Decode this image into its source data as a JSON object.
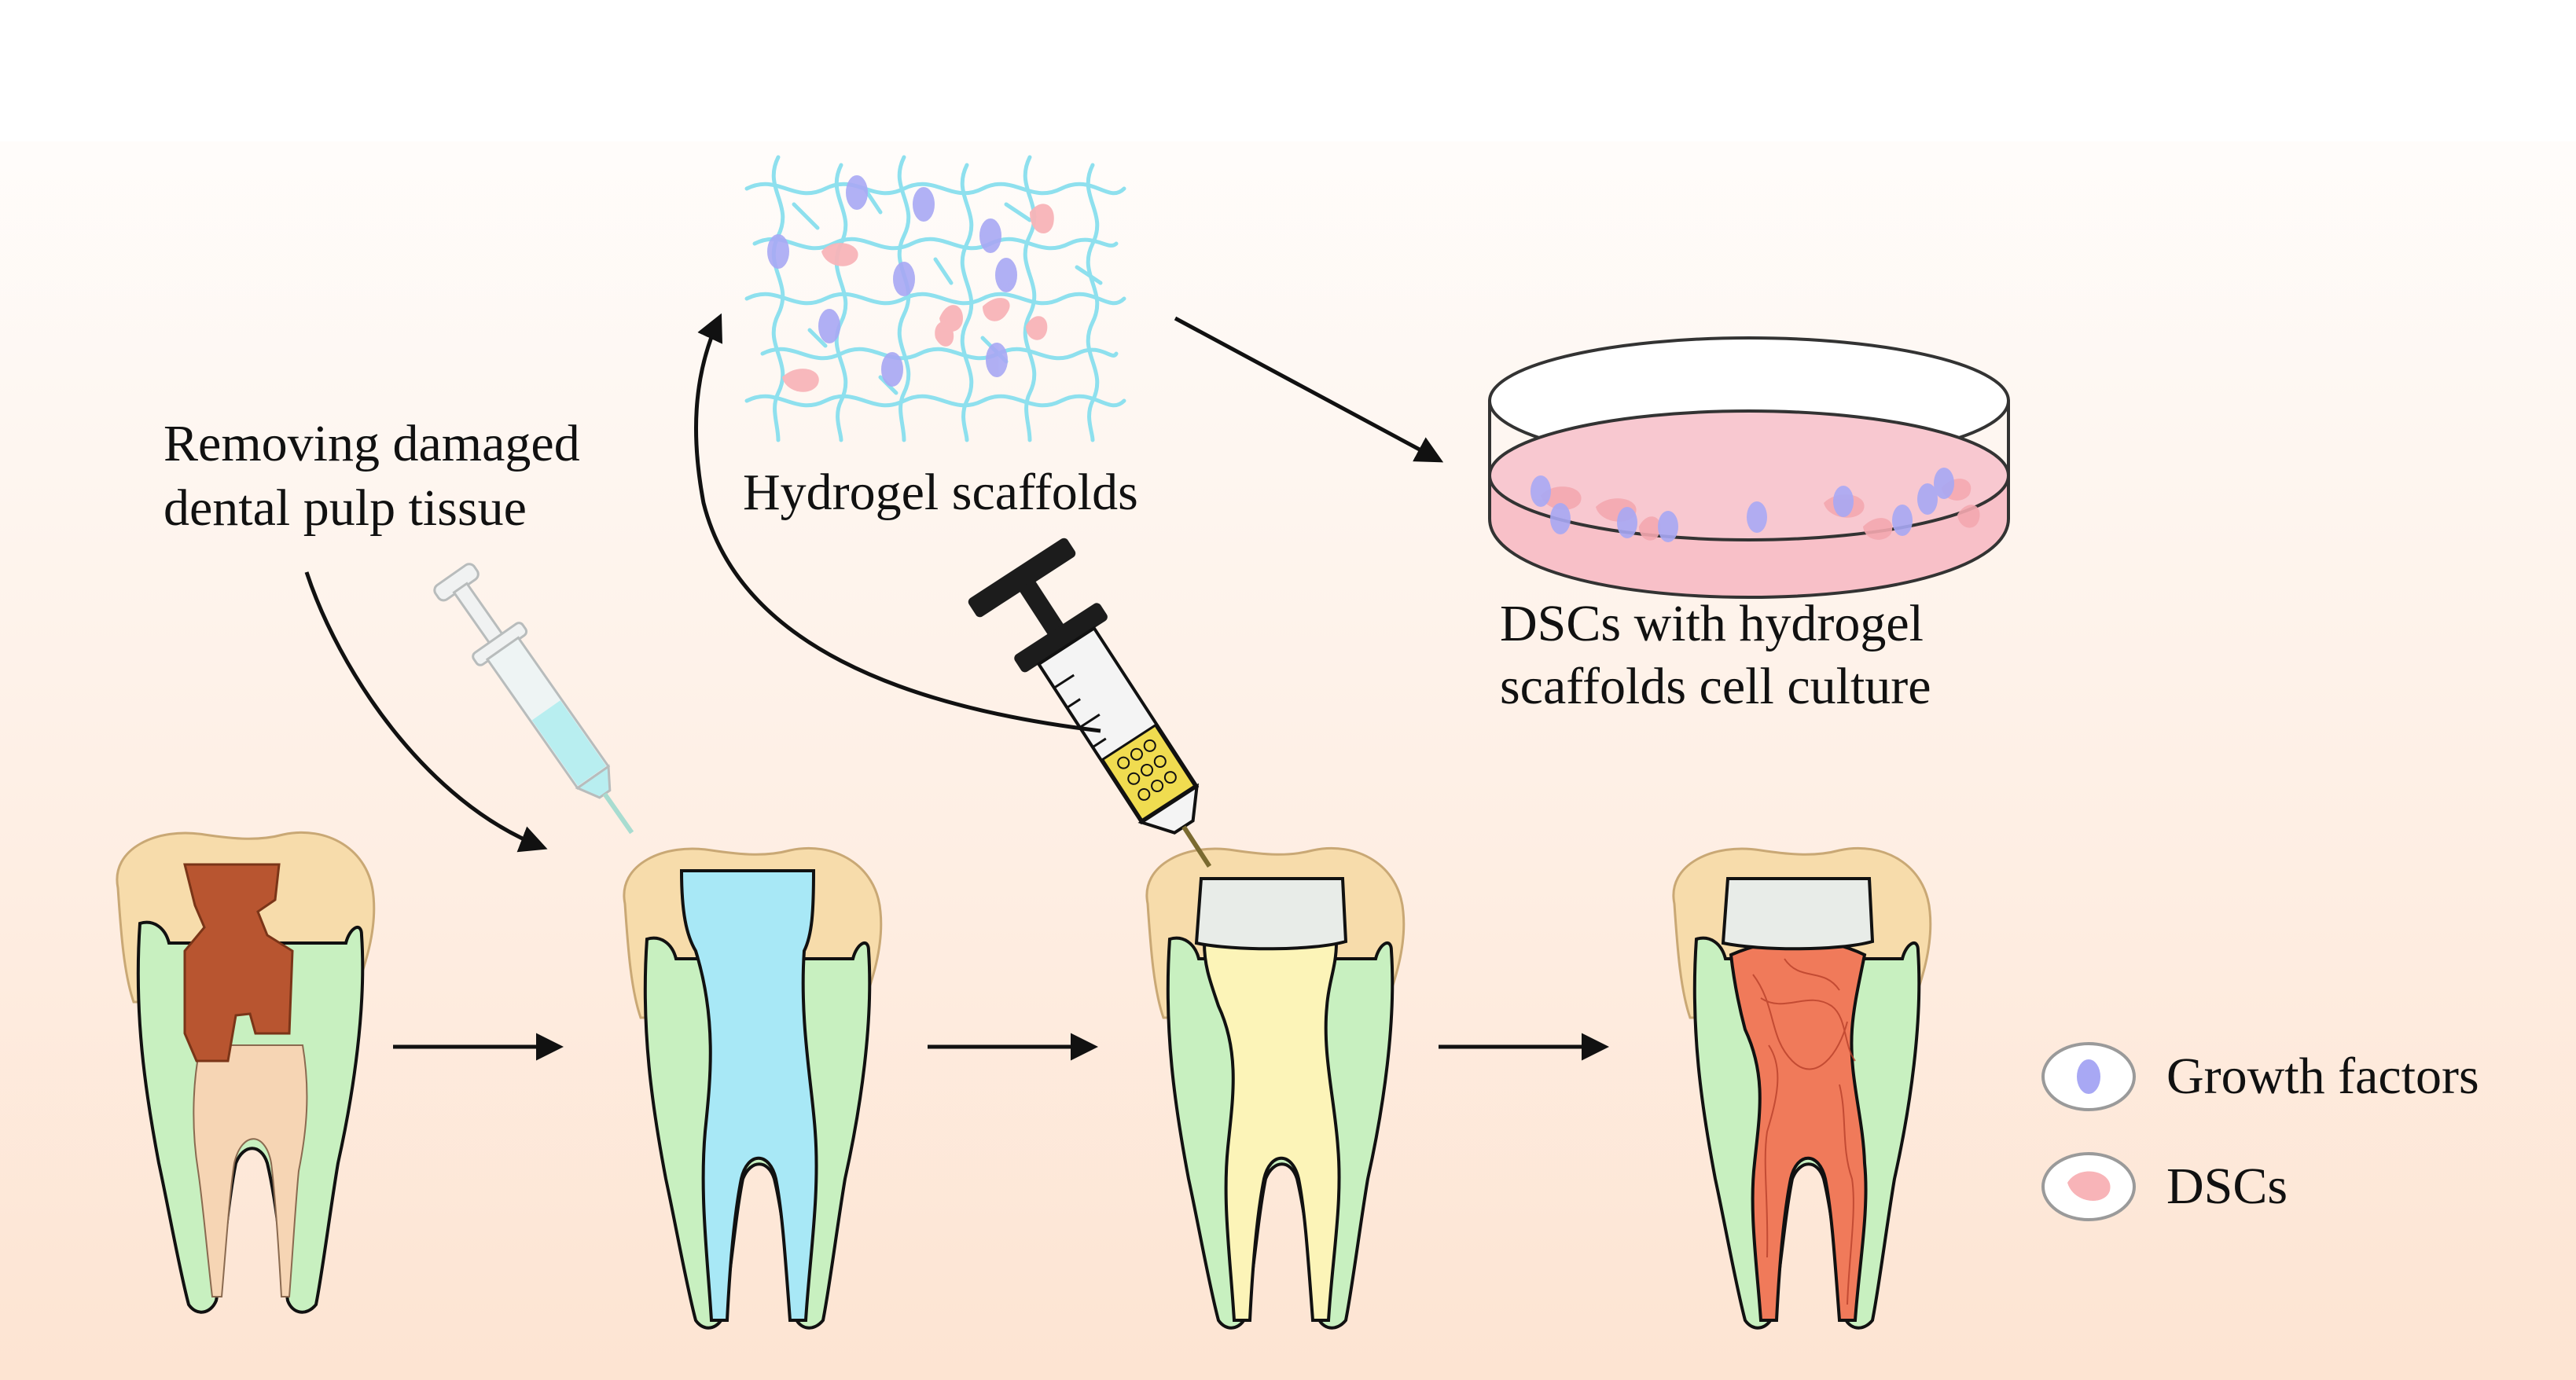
{
  "labels": {
    "removing_line1": "Removing damaged",
    "removing_line2": "dental pulp tissue",
    "hydrogel": "Hydrogel scaffolds",
    "culture_line1": "DSCs with hydrogel",
    "culture_line2": "scaffolds cell culture"
  },
  "legend": {
    "items": [
      {
        "label": "Growth factors",
        "icon": "growth-factor-icon"
      },
      {
        "label": "DSCs",
        "icon": "dsc-cell-icon"
      }
    ]
  },
  "colors": {
    "background_top": "#ffffff",
    "background_bottom": "#fde6d6",
    "enamel": "#f7dcab",
    "dentin": "#c8f0c0",
    "damaged_pulp": "#b85530",
    "healthy_pulp": "#f6d5b4",
    "hydrogel_injected": "#a8e8f6",
    "scaffold_filled": "#fcf4b8",
    "regenerated_pulp": "#f07a5a",
    "cap": "#e8ece8",
    "growth_factor": "#a8a8f4",
    "dsc": "#f8b4b8",
    "mesh": "#8ee0ee",
    "dish_medium": "#f8b8c0"
  }
}
